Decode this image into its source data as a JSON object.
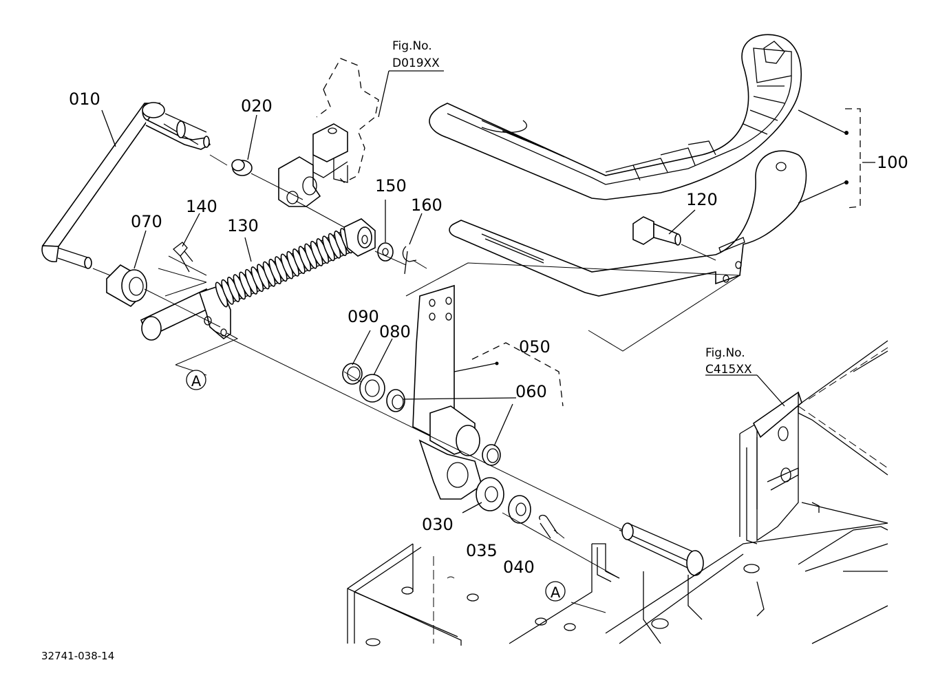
{
  "diagram_code": "32741-038-14",
  "fig_refs": [
    {
      "id": "d019",
      "title": "Fig.No.",
      "code": "D019XX"
    },
    {
      "id": "c415",
      "title": "Fig.No.",
      "code": "C415XX"
    }
  ],
  "callout_marker": "A",
  "parts": [
    {
      "id": "010",
      "label": "010"
    },
    {
      "id": "020",
      "label": "020"
    },
    {
      "id": "030",
      "label": "030"
    },
    {
      "id": "035",
      "label": "035"
    },
    {
      "id": "040",
      "label": "040"
    },
    {
      "id": "050",
      "label": "050"
    },
    {
      "id": "060",
      "label": "060"
    },
    {
      "id": "070",
      "label": "070"
    },
    {
      "id": "080",
      "label": "080"
    },
    {
      "id": "090",
      "label": "090"
    },
    {
      "id": "100",
      "label": "100"
    },
    {
      "id": "120",
      "label": "120"
    },
    {
      "id": "130",
      "label": "130"
    },
    {
      "id": "140",
      "label": "140"
    },
    {
      "id": "150",
      "label": "150"
    },
    {
      "id": "160",
      "label": "160"
    }
  ]
}
